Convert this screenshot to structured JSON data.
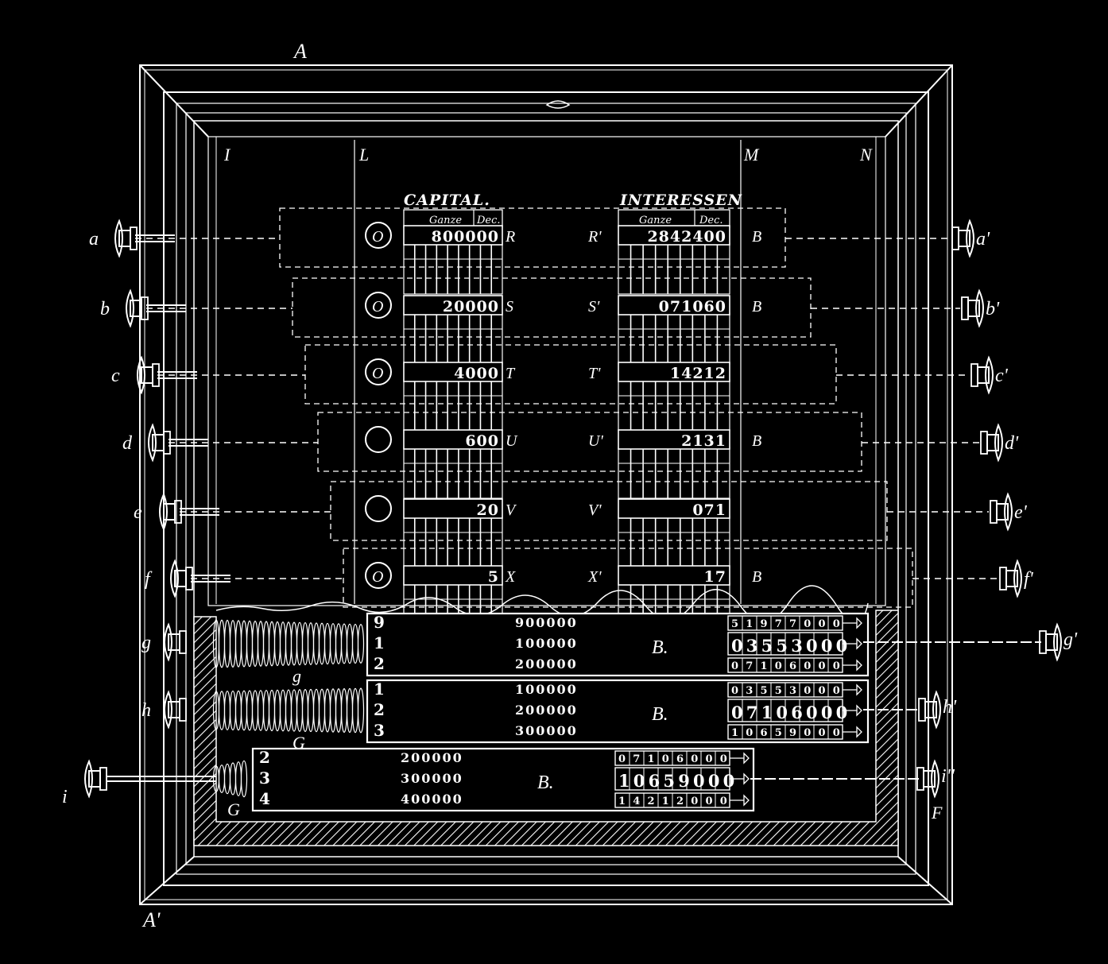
{
  "colors": {
    "background": "#000000",
    "ink": "#ffffff"
  },
  "headers": {
    "capital": "CAPITAL.",
    "interessen": "INTERESSEN",
    "ganze": "Ganze",
    "dec": "Dec."
  },
  "frame_labels": {
    "top": "A",
    "bottom": "A'",
    "col_i": "I",
    "col_l": "L",
    "col_m": "M",
    "col_n": "N",
    "lower_left": "G",
    "lower_right": "F"
  },
  "rows": [
    {
      "knob": "a",
      "knob_right": "a'",
      "capital": "800000",
      "interest": "2842400",
      "label": "R",
      "label_i": "R'",
      "dial": "O",
      "badge": "B"
    },
    {
      "knob": "b",
      "knob_right": "b'",
      "capital": "20000",
      "interest": "071060",
      "label": "S",
      "label_i": "S'",
      "dial": "O",
      "badge": "B"
    },
    {
      "knob": "c",
      "knob_right": "c'",
      "capital": "4000",
      "interest": "14212",
      "label": "T",
      "label_i": "T'",
      "dial": "O",
      "badge": ""
    },
    {
      "knob": "d",
      "knob_right": "d'",
      "capital": "600",
      "interest": "2131",
      "label": "U",
      "label_i": "U'",
      "dial": "",
      "badge": "B"
    },
    {
      "knob": "e",
      "knob_right": "e'",
      "capital": "20",
      "interest": "071",
      "label": "V",
      "label_i": "V'",
      "dial": "",
      "badge": ""
    },
    {
      "knob": "f",
      "knob_right": "f'",
      "capital": "5",
      "interest": "17",
      "label": "X",
      "label_i": "X'",
      "dial": "O",
      "badge": "B"
    }
  ],
  "slides": [
    {
      "knob": "g",
      "knob_right": "g'",
      "spring": "g",
      "badge": "B.",
      "lines": [
        {
          "digit": "9",
          "value": "900000"
        },
        {
          "digit": "1",
          "value": "100000"
        },
        {
          "digit": "2",
          "value": "200000"
        }
      ],
      "counters": [
        "51977000",
        "03553000",
        "07106000"
      ]
    },
    {
      "knob": "h",
      "knob_right": "h'",
      "spring": "G",
      "badge": "B.",
      "lines": [
        {
          "digit": "1",
          "value": "100000"
        },
        {
          "digit": "2",
          "value": "200000"
        },
        {
          "digit": "3",
          "value": "300000"
        }
      ],
      "counters": [
        "03553000",
        "07106000",
        "10659000"
      ]
    },
    {
      "knob": "i",
      "knob_right": "i''",
      "spring": "G",
      "badge": "B.",
      "lines": [
        {
          "digit": "2",
          "value": "200000"
        },
        {
          "digit": "3",
          "value": "300000"
        },
        {
          "digit": "4",
          "value": "400000"
        }
      ],
      "counters": [
        "07106000",
        "10659000",
        "14212000"
      ]
    }
  ]
}
